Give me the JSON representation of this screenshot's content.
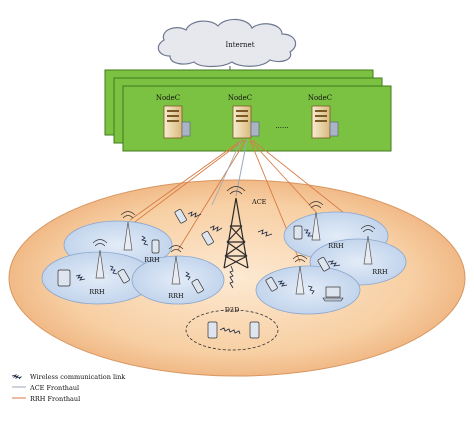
{
  "cloud": {
    "label": "Internet"
  },
  "pool": {
    "node_labels": [
      "NodeC",
      "NodeC",
      "NodeC"
    ],
    "ellipsis": "......"
  },
  "network": {
    "ace_label": "ACE",
    "d2d_label": "D2D",
    "rrh_labels": [
      "RRH",
      "RRH",
      "RRH",
      "RRH",
      "RRH"
    ]
  },
  "legend": {
    "items": [
      {
        "label": "Wireless communication link"
      },
      {
        "label": "ACE Fronthaul"
      },
      {
        "label": "RRH Fronthaul"
      }
    ]
  },
  "colors": {
    "cloud_fill": "#e6e8ee",
    "cloud_stroke": "#6e7890",
    "pool_fill": "#7cc242",
    "pool_stroke": "#3e7a1a",
    "field_center": "#fbe3c6",
    "field_edge": "#f0b880",
    "cell_fill": "#c9d9ee",
    "cell_stroke": "#8aa6cc",
    "ace_fronthaul": "#9ca6b8",
    "rrh_fronthaul": "#d97b45",
    "wireless_link": "#1f2a44",
    "tower": "#2a2a2a",
    "server_fill": "#f6e7c3"
  }
}
